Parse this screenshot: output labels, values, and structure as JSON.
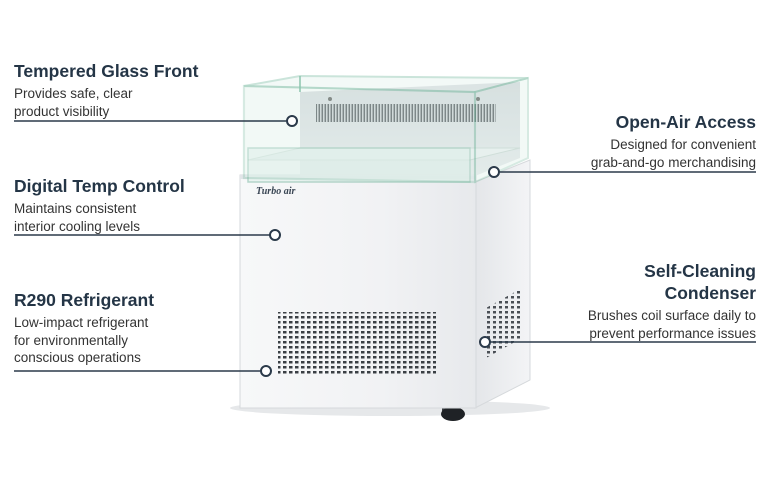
{
  "brand": "Turbo air",
  "features": {
    "glass": {
      "title": "Tempered Glass Front",
      "desc": [
        "Provides safe, clear",
        "product visibility"
      ]
    },
    "temp": {
      "title": "Digital Temp Control",
      "desc": [
        "Maintains consistent",
        "interior cooling levels"
      ]
    },
    "refrigerant": {
      "title": "R290 Refrigerant",
      "desc": [
        "Low-impact refrigerant",
        "for environmentally",
        "conscious operations"
      ]
    },
    "open_air": {
      "title": "Open-Air Access",
      "desc": [
        "Designed for convenient",
        "grab-and-go merchandising"
      ]
    },
    "condenser": {
      "title": [
        "Self-Cleaning",
        "Condenser"
      ],
      "desc": [
        "Brushes coil surface daily to",
        "prevent performance issues"
      ]
    }
  },
  "colors": {
    "text_dark": "#243546",
    "line": "#2b3a4a",
    "cabinet": "#f4f5f6",
    "glass_tint": "#d9ece6"
  }
}
